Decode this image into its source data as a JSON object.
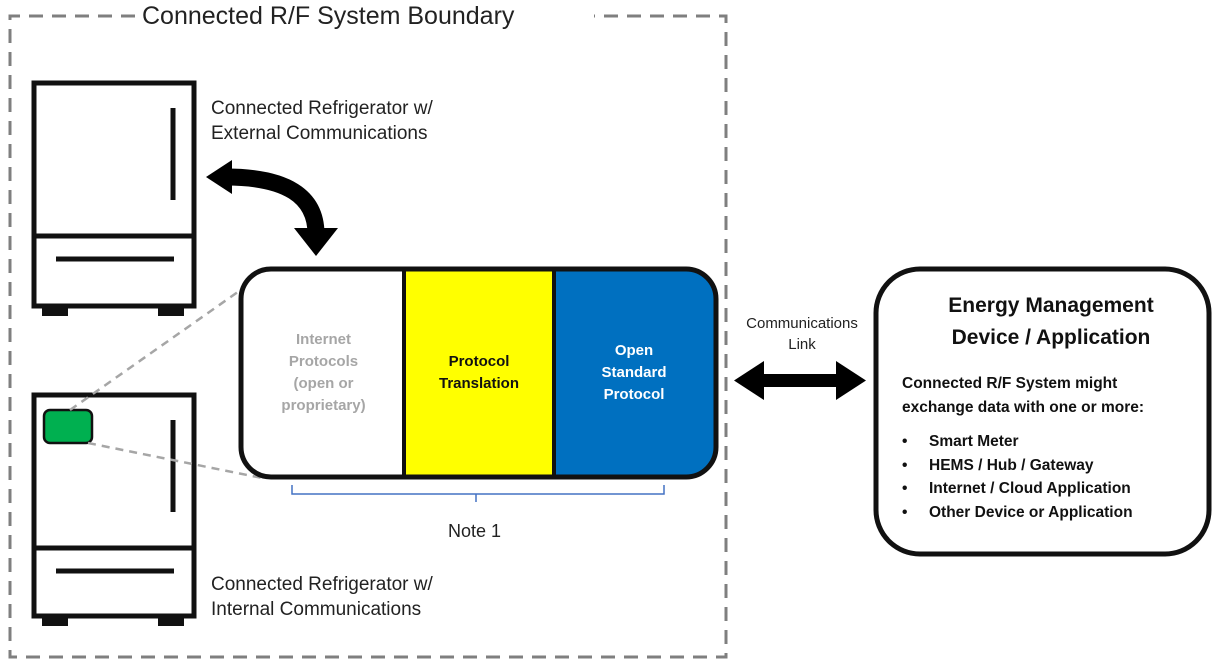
{
  "boundary": {
    "title": "Connected R/F System Boundary"
  },
  "fridges": {
    "external_label_line1": "Connected Refrigerator w/",
    "external_label_line2": "External Communications",
    "internal_label_line1": "Connected Refrigerator w/",
    "internal_label_line2": "Internal Communications"
  },
  "module": {
    "segments": [
      {
        "label_lines": [
          "Internet",
          "Protocols",
          "(open or",
          "proprietary)"
        ],
        "text_color": "#a6a6a6",
        "fill": "#ffffff"
      },
      {
        "label_lines": [
          "Protocol",
          "Translation"
        ],
        "text_color": "#111111",
        "fill": "#ffff00"
      },
      {
        "label_lines": [
          "Open",
          "Standard",
          "Protocol"
        ],
        "text_color": "#ffffff",
        "fill": "#0070c0"
      }
    ],
    "note": "Note 1"
  },
  "link": {
    "label_line1": "Communications",
    "label_line2": "Link"
  },
  "energy_management": {
    "title_line1": "Energy Management",
    "title_line2": "Device / Application",
    "intro_line1": "Connected R/F System might",
    "intro_line2": "exchange data with one or more:",
    "items": [
      "Smart Meter",
      "HEMS / Hub / Gateway",
      "Internet / Cloud Application",
      "Other Device or Application"
    ]
  },
  "colors": {
    "indicator_green": "#00b050",
    "brace_blue": "#4472c4",
    "boundary_gray": "#7f7f7f"
  },
  "icons": {
    "bullet": "•"
  }
}
